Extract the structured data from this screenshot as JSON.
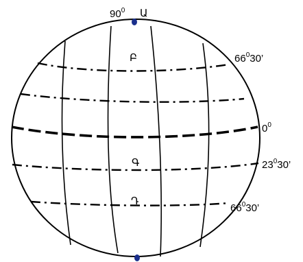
{
  "labels": {
    "north_pole_degree": "90",
    "north_pole_degree_sup": "0",
    "north_pole_letter": "Ա",
    "letter_upper": "Բ",
    "letter_middle": "Գ",
    "letter_lower": "Դ",
    "lat_top_deg": "66",
    "lat_top_sup": "0",
    "lat_top_min": "30’",
    "equator_deg": "0",
    "equator_sup": "0",
    "lat_mid_deg": "23",
    "lat_mid_sup": "0",
    "lat_mid_min": "30’",
    "lat_bottom_deg": "66",
    "lat_bottom_sup": "0",
    "lat_bottom_min": "30’"
  },
  "colors": {
    "outline": "#000000",
    "pole_marker": "#1a2f8c"
  }
}
